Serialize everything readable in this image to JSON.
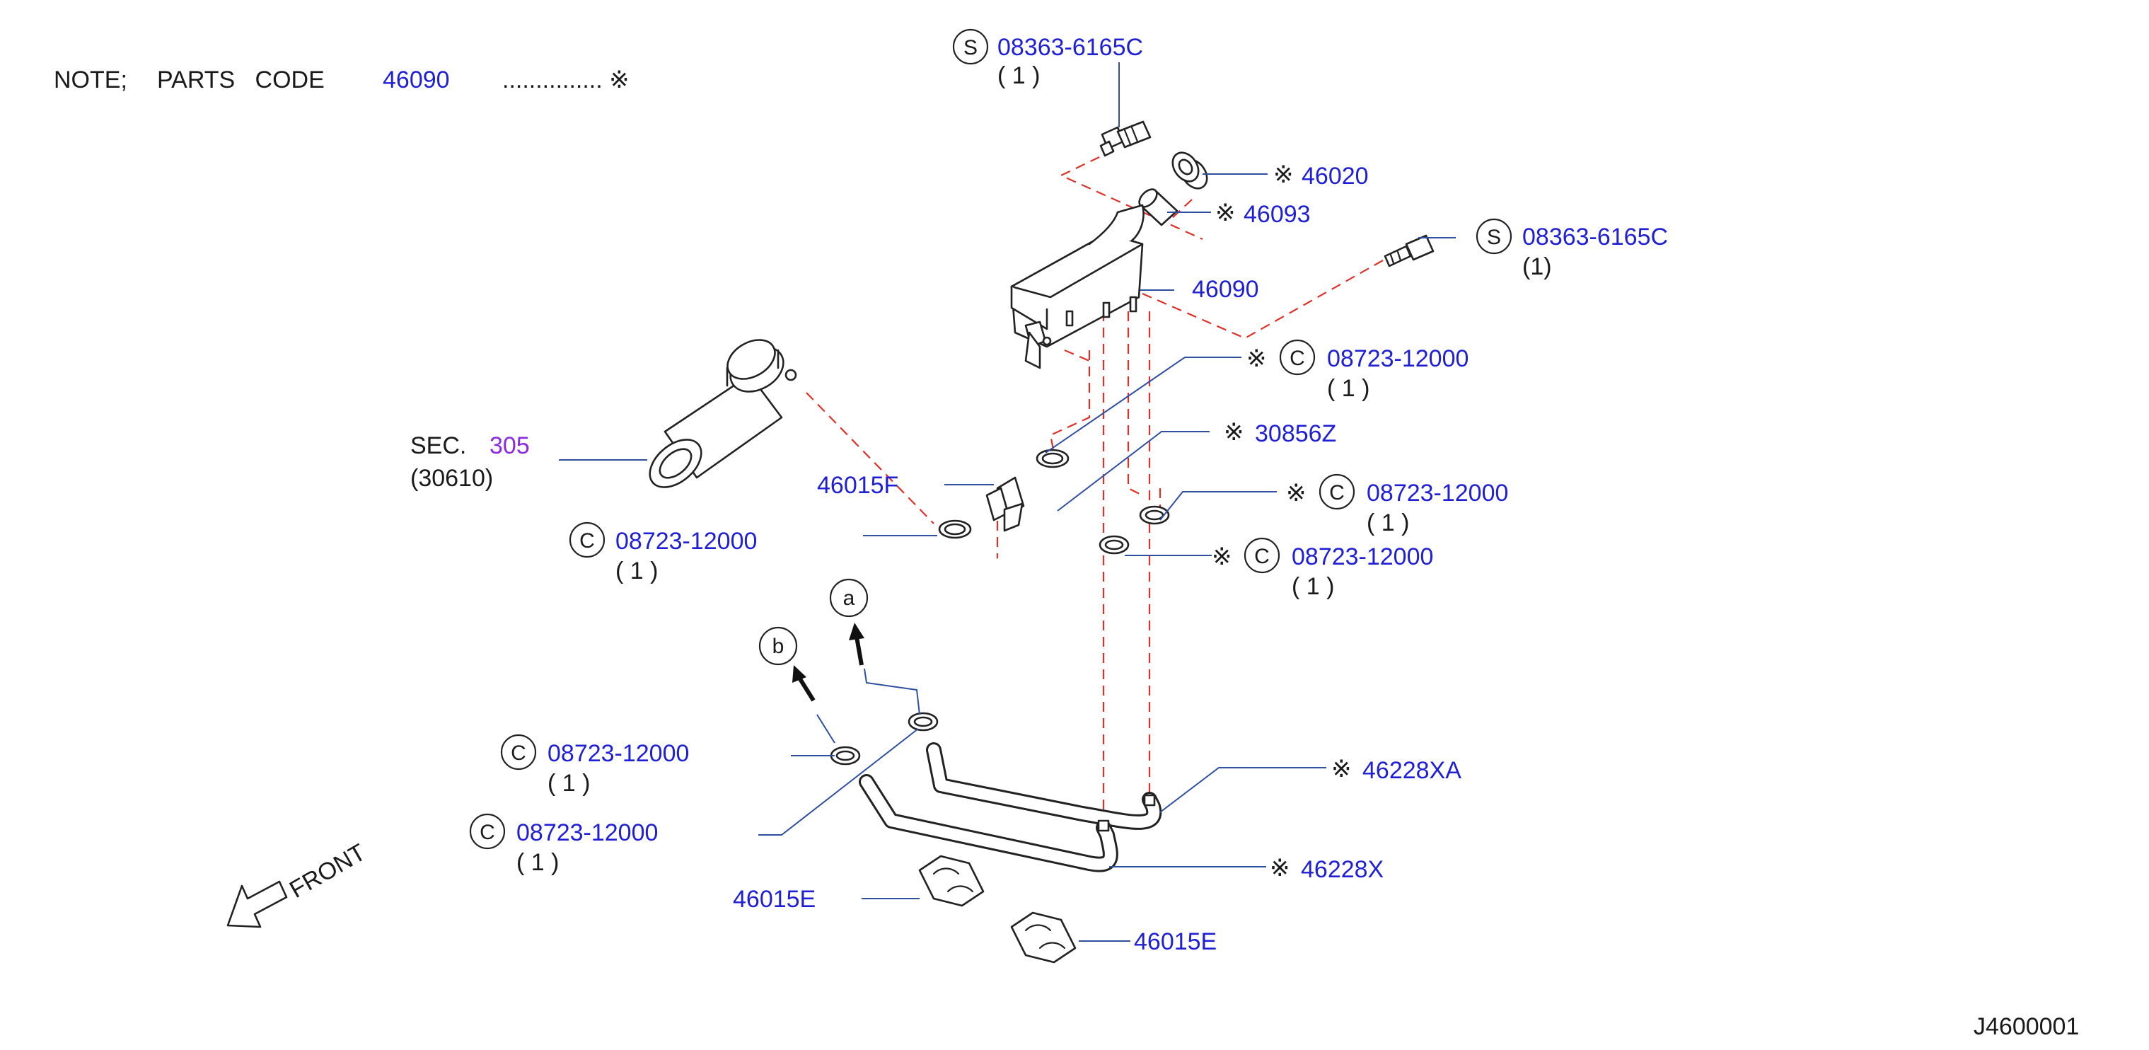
{
  "note": {
    "prefix": "NOTE;",
    "parts_code_label": "PARTS   CODE",
    "parts_code": "46090",
    "dots": "............... ※"
  },
  "callouts": {
    "s_top": {
      "mark": "S",
      "code": "08363-6165C",
      "qty": "( 1 )"
    },
    "s_right": {
      "mark": "S",
      "code": "08363-6165C",
      "qty": "(1)"
    },
    "cap": {
      "star": "※",
      "code": "46020"
    },
    "filler": {
      "star": "※",
      "code": "46093"
    },
    "tank": {
      "code": "46090"
    },
    "c1": {
      "star": "※",
      "mark": "C",
      "code": "08723-12000",
      "qty": "( 1 )"
    },
    "hose": {
      "star": "※",
      "code": "30856Z"
    },
    "c2": {
      "star": "※",
      "mark": "C",
      "code": "08723-12000",
      "qty": "( 1 )"
    },
    "c3": {
      "star": "※",
      "mark": "C",
      "code": "08723-12000",
      "qty": "( 1 )"
    },
    "clip_f": {
      "code": "46015F"
    },
    "sec": {
      "prefix": "SEC.",
      "num": "305",
      "part": "(30610)"
    },
    "c4": {
      "mark": "C",
      "code": "08723-12000",
      "qty": "( 1 )"
    },
    "c5": {
      "mark": "C",
      "code": "08723-12000",
      "qty": "( 1 )"
    },
    "c6": {
      "mark": "C",
      "code": "08723-12000",
      "qty": "( 1 )"
    },
    "pipe_xa": {
      "star": "※",
      "code": "46228XA"
    },
    "pipe_x": {
      "star": "※",
      "code": "46228X"
    },
    "clip_e1": {
      "code": "46015E"
    },
    "clip_e2": {
      "code": "46015E"
    },
    "ref_a": "a",
    "ref_b": "b"
  },
  "front_label": "FRONT",
  "figure_id": "J4600001",
  "colors": {
    "code": "#1f1fd6",
    "sec": "#8a2be2",
    "dash": "#e0302a",
    "leader": "#2f4f9f"
  }
}
